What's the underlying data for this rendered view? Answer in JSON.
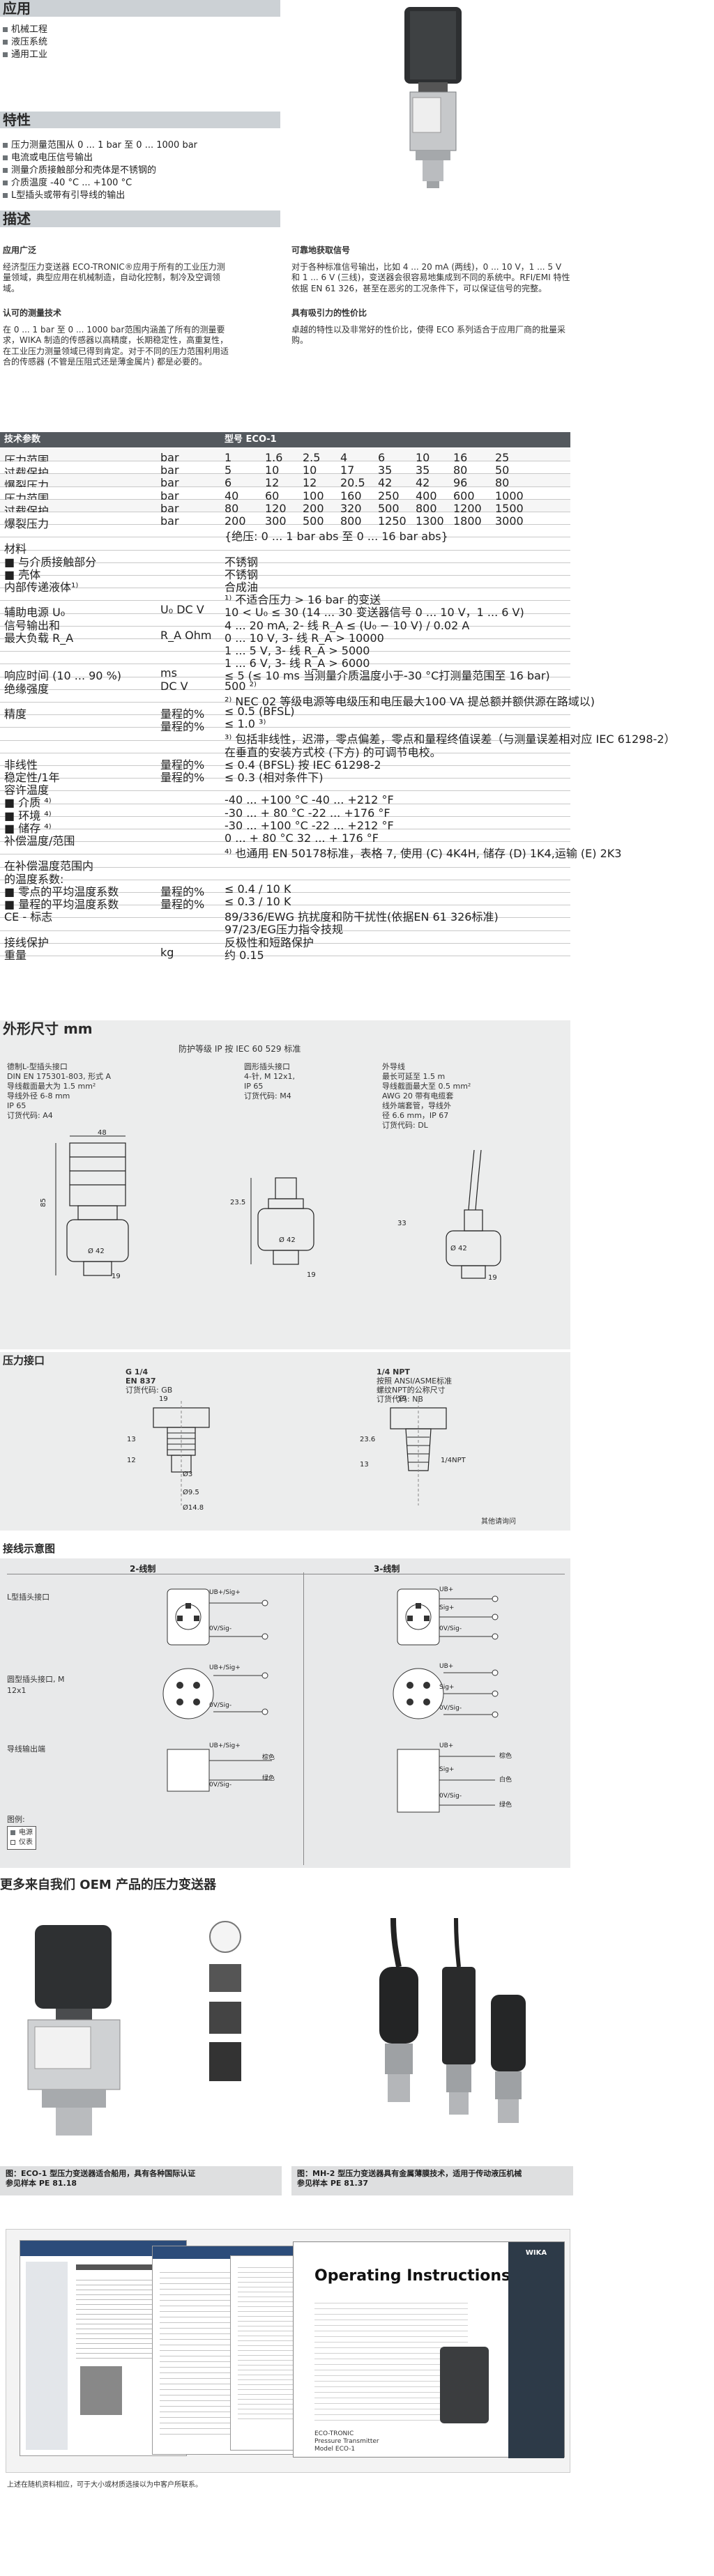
{
  "sec1": {
    "title": "应用",
    "items": [
      "机械工程",
      "液压系统",
      "通用工业"
    ]
  },
  "sec2": {
    "title": "特性",
    "items": [
      "压力测量范围从 0 ... 1 bar 至 0 ... 1000 bar",
      "电流或电压信号输出",
      "测量介质接触部分和壳体是不锈钢的",
      "介质温度 -40 °C ... +100 °C",
      "L型插头或带有引导线的输出"
    ]
  },
  "sec3": {
    "title": "描述",
    "left": [
      {
        "h": "应用广泛",
        "p": "经济型压力变送器 ECO-TRONIC®应用于所有的工业压力测量领域，典型应用在机械制造，自动化控制，制冷及空调领域。"
      },
      {
        "h": "认可的测量技术",
        "p": "在 0 ... 1 bar 至 0 ... 1000 bar范围内涵盖了所有的测量要求，WIKA 制造的传感器以高精度，长期稳定性，高重复性，在工业压力测量领域已得到肯定。对于不同的压力范围利用适合的传感器 (不管是压阻式还是薄金属片) 都是必要的。"
      }
    ],
    "right": [
      {
        "h": "可靠地获取信号",
        "p": "对于各种标准信号输出，比如 4 ... 20 mA (两线)，0 ... 10 V，1 ... 5 V 和 1 ... 6 V (三线)，变送器会很容易地集成到不同的系统中。RFI/EMI 特性依据 EN 61 326，甚至在恶劣的工况条件下，可以保证信号的完整。"
      },
      {
        "h": "具有吸引力的性价比",
        "p": "卓越的特性以及非常好的性价比，使得 ECO 系列适合于应用厂商的批量采购。"
      }
    ]
  },
  "spec": {
    "header": [
      "技术参数",
      "型号 ECO-1"
    ],
    "rows": [
      {
        "a": "压力范围",
        "b": "bar",
        "v": [
          "1",
          "1.6",
          "2.5",
          "4",
          "6",
          "10",
          "16",
          "25"
        ]
      },
      {
        "a": "过载保护",
        "b": "bar",
        "v": [
          "5",
          "10",
          "10",
          "17",
          "35",
          "35",
          "80",
          "50"
        ]
      },
      {
        "a": "爆裂压力",
        "b": "bar",
        "v": [
          "6",
          "12",
          "12",
          "20.5",
          "42",
          "42",
          "96",
          "80"
        ]
      },
      {
        "a": "压力范围",
        "b": "bar",
        "v": [
          "40",
          "60",
          "100",
          "160",
          "250",
          "400",
          "600",
          "1000"
        ]
      },
      {
        "a": "过载保护",
        "b": "bar",
        "v": [
          "80",
          "120",
          "200",
          "320",
          "500",
          "800",
          "1200",
          "1500"
        ]
      },
      {
        "a": "爆裂压力",
        "b": "bar",
        "v": [
          "200",
          "300",
          "500",
          "800",
          "1250",
          "1300",
          "1800",
          "3000"
        ]
      },
      {
        "a": "",
        "b": "",
        "t": "{绝压: 0 ... 1 bar abs 至 0 ... 16 bar abs}"
      },
      {
        "a": "材料",
        "b": "",
        "t": ""
      },
      {
        "a": "■ 与介质接触部分",
        "b": "",
        "t": "不锈钢"
      },
      {
        "a": "■ 壳体",
        "b": "",
        "t": "不锈钢"
      },
      {
        "a": "内部传递液体¹⁾",
        "b": "",
        "t": "合成油"
      },
      {
        "a": "",
        "b": "",
        "t": "¹⁾ 不适合压力 > 16 bar 的变送"
      },
      {
        "a": "辅助电源 U₀",
        "b": "U₀ DC V",
        "t": "10 < U₀ ≤ 30 (14 ... 30 变送器信号 0 ... 10 V，1 ... 6 V)"
      },
      {
        "a": "信号输出和",
        "b": "",
        "t": "4 ... 20 mA, 2- 线     R_A ≤ (U₀ − 10 V) / 0.02 A"
      },
      {
        "a": "最大负载 R_A",
        "b": "R_A Ohm",
        "t": "0 ... 10 V, 3- 线     R_A > 10000"
      },
      {
        "a": "",
        "b": "",
        "t": "1 ... 5 V, 3- 线     R_A > 5000"
      },
      {
        "a": "",
        "b": "",
        "t": "1 ... 6 V, 3- 线     R_A > 6000"
      },
      {
        "a": "响应时间 (10 ... 90 %)",
        "b": "ms",
        "t": "≤ 5 (≤ 10 ms 当测量介质温度小于-30 °C打测量范围至 16 bar)"
      },
      {
        "a": "绝缘强度",
        "b": "DC V",
        "t": "500 ²⁾"
      },
      {
        "a": "",
        "b": "",
        "t": "²⁾ NEC 02 等级电源等电级压和电压最大100 VA 提总额并额供源在路域以)"
      },
      {
        "a": "精度",
        "b": "量程的%",
        "t": "≤ 0.5      (BFSL)"
      },
      {
        "a": "",
        "b": "量程的%",
        "t": "≤ 1.0 ³⁾"
      },
      {
        "a": "",
        "b": "",
        "t": "³⁾ 包括非线性，迟滞，零点偏差，零点和量程终值误差（与测量误差相对应 IEC 61298-2）"
      },
      {
        "a": "",
        "b": "",
        "t": "在垂直的安装方式校 (下方) 的可调节电校。"
      },
      {
        "a": "非线性",
        "b": "量程的%",
        "t": "≤ 0.4      (BFSL) 按 IEC 61298-2"
      },
      {
        "a": "稳定性/1年",
        "b": "量程的%",
        "t": "≤ 0.3      (相对条件下)"
      },
      {
        "a": "容许温度",
        "b": "",
        "t": ""
      },
      {
        "a": "■ 介质 ⁴⁾",
        "b": "",
        "t": "-40 ... +100 °C                       -40 ... +212 °F"
      },
      {
        "a": "■ 环境 ⁴⁾",
        "b": "",
        "t": "-30 ... + 80 °C                       -22 ... +176 °F"
      },
      {
        "a": "■ 储存 ⁴⁾",
        "b": "",
        "t": "-30 ... +100 °C                       -22 ... +212 °F"
      },
      {
        "a": "补偿温度/范围",
        "b": "",
        "t": "0 ... + 80 °C                          32 ... + 176 °F"
      },
      {
        "a": "",
        "b": "",
        "t": "⁴⁾ 也通用 EN 50178标准，表格 7, 使用 (C) 4K4H, 储存 (D) 1K4,运输 (E) 2K3"
      },
      {
        "a": "在补偿温度范围内",
        "b": "",
        "t": ""
      },
      {
        "a": "的温度系数:",
        "b": "",
        "t": ""
      },
      {
        "a": "■ 零点的平均温度系数",
        "b": "量程的%",
        "t": "≤ 0.4 / 10 K"
      },
      {
        "a": "■ 量程的平均温度系数",
        "b": "量程的%",
        "t": "≤ 0.3 / 10 K"
      },
      {
        "a": "CE - 标志",
        "b": "",
        "t": "89/336/EWG 抗扰度和防干扰性(依据EN 61 326标准)"
      },
      {
        "a": "",
        "b": "",
        "t": "97/23/EG压力指令技规"
      },
      {
        "a": "接线保护",
        "b": "",
        "t": "反极性和短路保护"
      },
      {
        "a": "重量",
        "b": "kg",
        "t": "约 0.15"
      }
    ]
  },
  "dims": {
    "title": "外形尺寸 mm",
    "note": "防护等级 IP 按 IEC 60 529 标准",
    "cols": [
      [
        "德制L-型插头接口",
        "DIN EN 175301-803, 形式 A",
        "导线截面最大为 1.5 mm²",
        "导线外径 6-8 mm",
        "IP 65",
        "订货代码: A4"
      ],
      [
        "圆形插头接口",
        "4-针, M 12x1,",
        "IP 65",
        "订货代码: M4"
      ],
      [
        "外导线",
        "最长可延至 1.5 m",
        "导线截面最大至 0.5 mm²",
        "AWG 20 带有电缆套",
        "线外端套管，导线外",
        "径 6.6 mm，IP 67",
        "订货代码: DL"
      ]
    ],
    "dimA": [
      "48",
      "85",
      "Ø 42",
      "19"
    ],
    "dimB": [
      "Ø 42",
      "19",
      "23.5"
    ],
    "dimC": [
      "Ø 42",
      "19",
      "33"
    ]
  },
  "conn": {
    "title": "压力接口",
    "g1": [
      "G 1/4",
      "EN 837",
      "订货代码: GB"
    ],
    "g2": [
      "1/4 NPT",
      "按照 ANSI/ASME标准",
      "螺纹NPT的公称尺寸",
      "订货代码: NB"
    ],
    "note": "其他请询问",
    "dimsL": [
      "19",
      "13",
      "12",
      "Ø3",
      "Ø9.5",
      "Ø14.8"
    ],
    "dimsR": [
      "19",
      "23.6",
      "13",
      "1/4NPT"
    ]
  },
  "wiring": {
    "title": "接线示意图",
    "col1": "2-线制",
    "col2": "3-线制",
    "rows": [
      "L型插头接口",
      "圆型插头接口, M 12x1",
      "导线输出端"
    ],
    "legend": [
      "图例:",
      "电源",
      "仪表"
    ],
    "labels": {
      "ub": "UB+/Sig+",
      "ov": "0V/Sig-",
      "ub2": "UB+",
      "sig": "Sig+",
      "brown": "棕色",
      "green": "绿色",
      "white": "白色"
    }
  },
  "more": {
    "title": "更多来自我们 OEM 产品的压力变送器",
    "cap1": [
      "图：ECO-1 型压力变送器适合船用，具有各种国际认证",
      "参见样本 PE 81.18"
    ],
    "cap2": [
      "图：MH-2 型压力变送器具有金属薄膜技术，适用于传动液压机械",
      "参见样本 PE 81.37"
    ]
  },
  "manual": {
    "banner": "Operating Instructions",
    "caption": "上述在随机资料相应，可于大小或材质选接以为中客户所联系。",
    "panel": [
      "ECO-TRONIC",
      "Pressure Transmitter",
      "Model ECO-1"
    ],
    "label": "WIKA"
  },
  "colors": {
    "header": "#ccd1d5",
    "table_hdr": "#54595e"
  }
}
